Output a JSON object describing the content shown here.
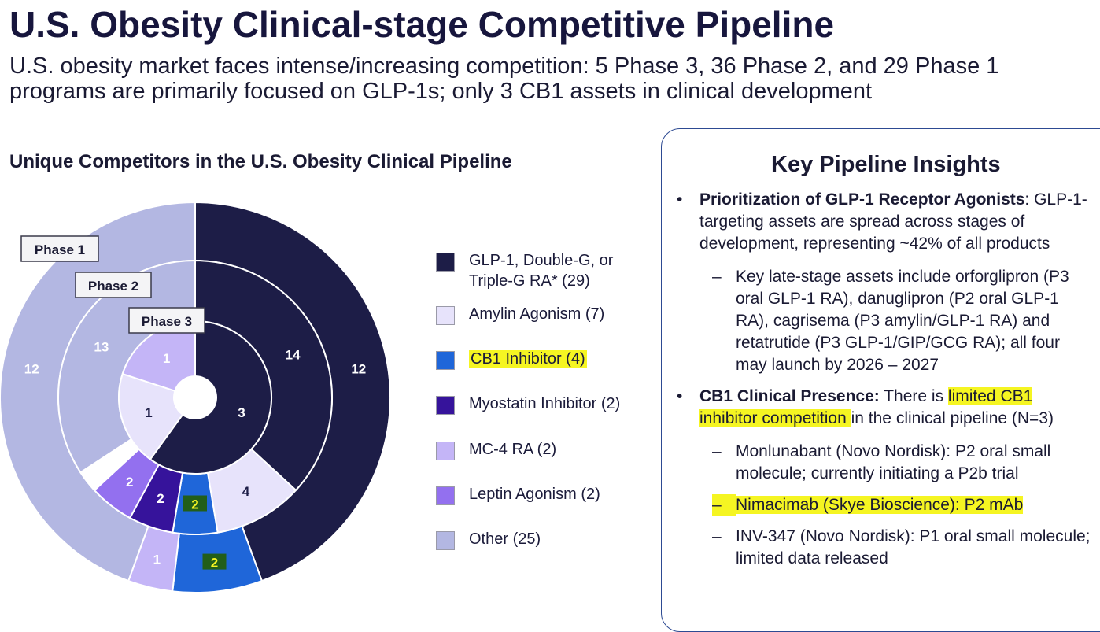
{
  "header": {
    "title": "U.S. Obesity Clinical-stage Competitive Pipeline",
    "subtitle": "U.S. obesity market faces intense/increasing competition: 5 Phase 3, 36 Phase 2, and 29 Phase 1 programs are primarily focused on GLP-1s; only 3 CB1 assets in clinical development"
  },
  "chart_heading": "Unique Competitors in the U.S. Obesity Clinical Pipeline",
  "chart_data": {
    "type": "pie",
    "variant": "nested-donut",
    "rings": [
      {
        "name": "Phase 1",
        "values": [
          12,
          2,
          1,
          12
        ],
        "categories": [
          "GLP-1, Double-G, or Triple-G RA* (29)",
          "CB1 Inhibitor (4)",
          "MC-4 RA (2)",
          "Other (25)"
        ],
        "colors": [
          "#1d1d47",
          "#1f66d9",
          "#c4b5f7",
          "#b3b7e2"
        ]
      },
      {
        "name": "Phase 2",
        "values": [
          14,
          4,
          2,
          2,
          2,
          1,
          13
        ],
        "categories": [
          "GLP-1, Double-G, or Triple-G RA* (29)",
          "Amylin Agonism (7)",
          "CB1 Inhibitor (4)",
          "Myostatin Inhibitor (2)",
          "Leptin Agonism (2)",
          "MC-4 RA (2)",
          "Other (25)"
        ],
        "colors": [
          "#1d1d47",
          "#e7e3fb",
          "#1f66d9",
          "#36139b",
          "#9370ef",
          "#ffffff",
          "#b3b7e2"
        ]
      },
      {
        "name": "Phase 3",
        "values": [
          3,
          1,
          1
        ],
        "categories": [
          "GLP-1, Double-G, or Triple-G RA* (29)",
          "Amylin Agonism (7)",
          "MC-4 RA (2)"
        ],
        "colors": [
          "#1d1d47",
          "#e7e3fb",
          "#c4b5f7"
        ]
      }
    ],
    "slice_labels": {
      "phase1": [
        "12",
        "2",
        "1",
        "12"
      ],
      "phase2": [
        "14",
        "4",
        "2",
        "2",
        "2",
        "13"
      ],
      "phase3": [
        "3",
        "1",
        "1"
      ]
    },
    "legend": [
      {
        "label": "GLP-1, Double-G, or Triple-G RA* (29)",
        "color": "#1d1d47",
        "highlight": false
      },
      {
        "label": "Amylin Agonism (7)",
        "color": "#e7e3fb",
        "highlight": false
      },
      {
        "label": "CB1 Inhibitor (4)",
        "color": "#1f66d9",
        "highlight": true
      },
      {
        "label": "Myostatin Inhibitor (2)",
        "color": "#36139b",
        "highlight": false
      },
      {
        "label": "MC-4 RA (2)",
        "color": "#c4b5f7",
        "highlight": false
      },
      {
        "label": "Leptin Agonism (2)",
        "color": "#9370ef",
        "highlight": false
      },
      {
        "label": "Other (25)",
        "color": "#b3b7e2",
        "highlight": false
      }
    ],
    "legend_placement": "right"
  },
  "insights": {
    "title": "Key Pipeline Insights",
    "bullet1_bold": "Prioritization of GLP-1 Receptor Agonists",
    "bullet1_text": ": GLP-1-targeting assets are spread across stages of development, representing ~42% of all products",
    "bullet1_sub1": "Key late-stage assets include orforglipron (P3 oral GLP-1 RA), danuglipron (P2 oral GLP-1 RA), cagrisema (P3 amylin/GLP-1 RA) and retatrutide (P3 GLP-1/GIP/GCG RA); all four may launch by 2026 – 2027",
    "bullet2_bold": "CB1 Clinical Presence:",
    "bullet2_text_a": " There is ",
    "bullet2_highlight": "limited CB1 inhibitor competition ",
    "bullet2_text_b": "in the clinical pipeline (N=3)",
    "bullet2_sub1": "Monlunabant (Novo Nordisk): P2 oral small molecule; currently initiating a P2b trial",
    "bullet2_sub2": "Nimacimab (Skye Bioscience): P2 mAb",
    "bullet2_sub3": "INV-347 (Novo Nordisk): P1 oral small molecule; limited data released"
  },
  "accents": {
    "highlight": "#f5f522",
    "border": "#2d4a92",
    "label_bg": "#225e1a",
    "label_text": "#f5f522"
  }
}
